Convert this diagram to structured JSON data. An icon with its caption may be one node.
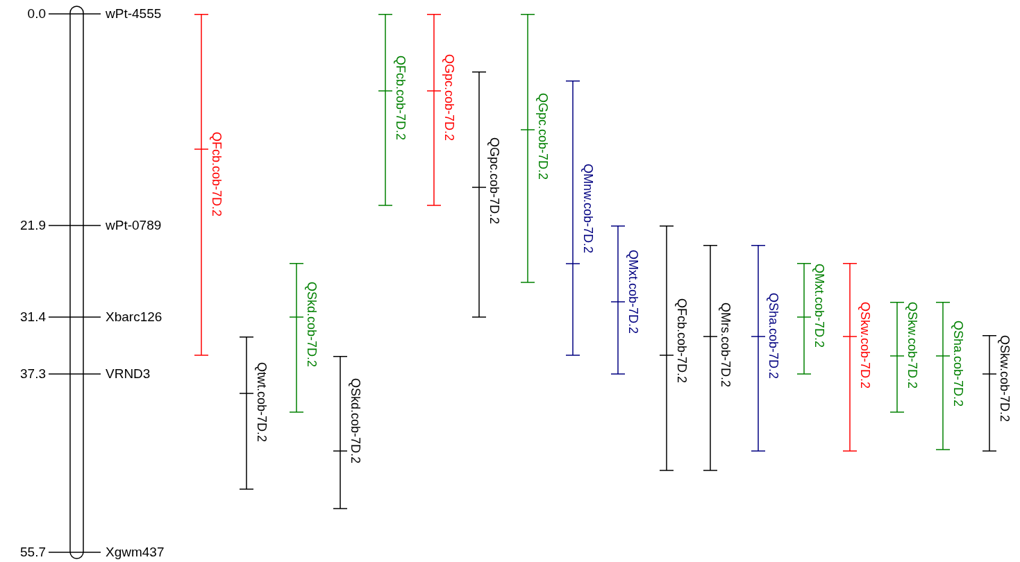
{
  "diagram": {
    "nodes": [
      {
        "text": [],
        "shape": "bar"
      },
      {
        "text": [
          "QFcb.cob-7D.2"
        ]
      },
      {
        "text": [
          "Qtwt.cob-7D.2"
        ]
      },
      {
        "text": [
          "QSkd.cob-7D.2"
        ]
      },
      {
        "text": [
          "QSkd.cob-7D.2"
        ]
      },
      {
        "text": [
          "QFcb.cob-7D.2"
        ]
      },
      {
        "text": [
          "QGpc.cob-7D.2"
        ]
      },
      {
        "text": [
          "QGpc.cob-7D.2"
        ]
      },
      {
        "text": [
          "QGpc.cob-7D.2"
        ]
      },
      {
        "text": [
          "QMnw.cob-7D.2"
        ]
      },
      {
        "text": [
          "QMxt.cob-7D.2"
        ]
      },
      {
        "text": [
          "QFcb.cob-7D.2"
        ]
      },
      {
        "text": [
          "QMrs.cob-7D.2"
        ]
      },
      {
        "text": [
          "QSha.cob-7D.2"
        ]
      },
      {
        "text": [
          "QMxt.cob-7D.2"
        ]
      },
      {
        "text": [
          "QSkw.cob-7D.2"
        ]
      },
      {
        "text": [
          "QSkw.cob-7D.2"
        ]
      },
      {
        "text": [
          "QSha.cob-7D.2"
        ]
      },
      {
        "text": [
          "QSkw.cob-7D.2"
        ]
      }
    ],
    "labels": [
      "0.0",
      "wPt-4555",
      "21.9",
      "wPt-0789",
      "31.4",
      "Xbarc126",
      "37.3",
      "VRND3",
      "55.7",
      "Xgwm437"
    ]
  }
}
